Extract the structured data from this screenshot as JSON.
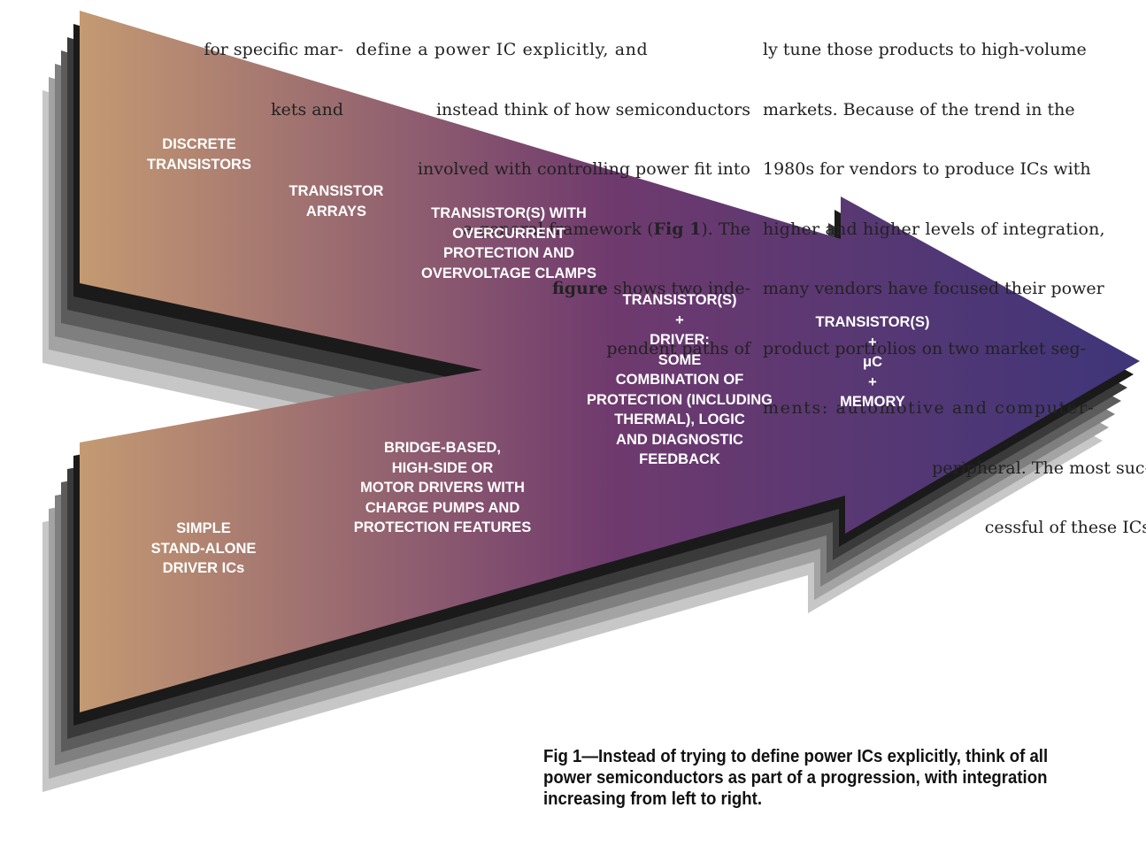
{
  "colors": {
    "arrow_start": "#c49a72",
    "arrow_mid": "#6f3a6e",
    "arrow_end": "#3e3579",
    "label_text": "#ffffff",
    "shadow_layers": [
      "#1a1a1a",
      "#3a3a3a",
      "#5c5c5c",
      "#7f7f7f",
      "#a3a3a3",
      "#c7c7c7"
    ]
  },
  "body_text": {
    "column1": [
      "for specific mar-",
      "kets and"
    ],
    "column2": [
      "define a power IC explicitly, and",
      "instead think of how semiconductors",
      "involved with controlling power fit into",
      "a general framework (",
      "Fig 1",
      "). The",
      "figure",
      " shows two inde-",
      "pendent paths of"
    ],
    "column3": [
      "ly tune those products to high-volume",
      "markets. Because of the trend in the",
      "1980s for vendors to produce ICs with",
      "higher and higher levels of integration,",
      "many vendors have focused their power",
      "product portfolios on two market seg-",
      "ments: automotive and computer-",
      "peripheral. The most suc-",
      "cessful of these ICs"
    ]
  },
  "figure": {
    "stages": {
      "discrete": "DISCRETE\nTRANSISTORS",
      "arrays": "TRANSISTOR\nARRAYS",
      "protected": "TRANSISTOR(S) WITH\nOVERCURRENT\nPROTECTION AND\nOVERVOLTAGE CLAMPS",
      "driver_combo": "TRANSISTOR(S)\n+\nDRIVER:\nSOME\nCOMBINATION OF\nPROTECTION (INCLUDING\nTHERMAL), LOGIC\nAND DIAGNOSTIC\nFEEDBACK",
      "micro": "TRANSISTOR(S)\n+\nμC\n+\nMEMORY",
      "bridge": "BRIDGE-BASED,\nHIGH-SIDE OR\nMOTOR DRIVERS WITH\nCHARGE PUMPS AND\nPROTECTION FEATURES",
      "simple": "SIMPLE\nSTAND-ALONE\nDRIVER ICs"
    },
    "caption": "Fig 1—Instead of trying to define power ICs explicitly, think of all\npower semiconductors as part of a progression, with integration\nincreasing from left to right."
  }
}
